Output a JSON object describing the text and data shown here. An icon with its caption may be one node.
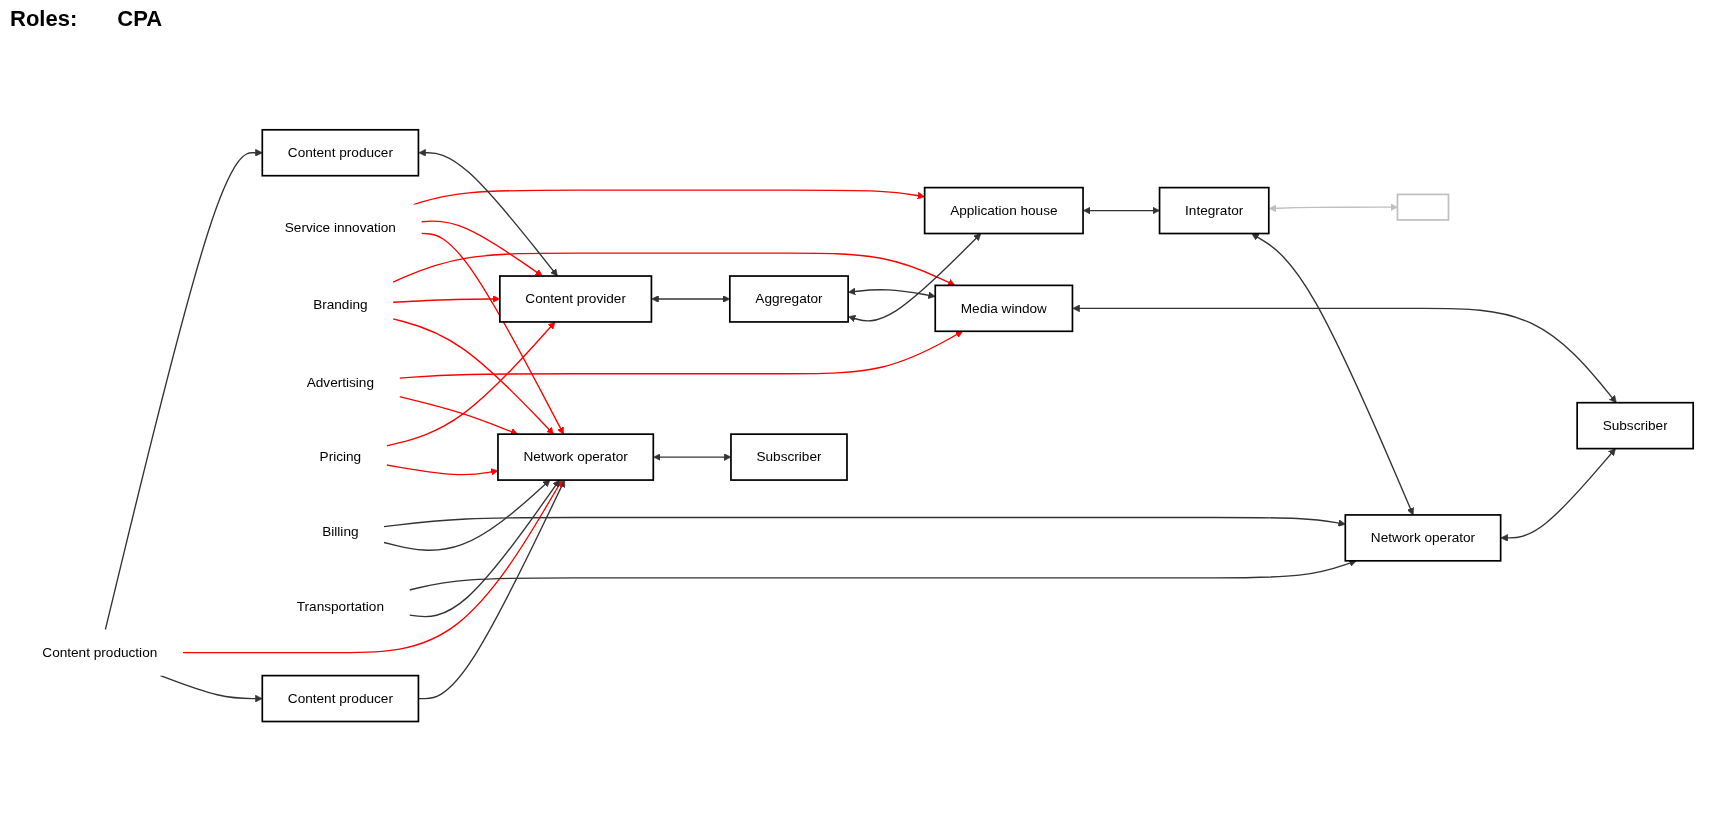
{
  "diagram": {
    "nodes": [
      {
        "text": [
          "Content producer"
        ]
      },
      {
        "text": [
          "Network operator"
        ]
      },
      {
        "text": [
          "Subscriber"
        ]
      },
      {
        "text": [
          "Content production"
        ]
      },
      {
        "text": [
          "Service innovation"
        ]
      },
      {
        "text": [
          "Branding"
        ]
      },
      {
        "text": [
          "Advertising"
        ]
      },
      {
        "text": [
          "Pricing"
        ]
      },
      {
        "text": [
          "Billing"
        ]
      },
      {
        "text": [
          "Transportation"
        ]
      },
      {
        "text": [
          "Content producer"
        ]
      },
      {
        "text": [
          "Content provider"
        ]
      },
      {
        "text": [
          "Aggregator"
        ]
      },
      {
        "text": [
          "Application house"
        ]
      },
      {
        "text": [
          "Integrator"
        ]
      },
      {
        "text": [
          "Media window"
        ]
      },
      {
        "text": [
          "Network operator"
        ]
      },
      {
        "text": [
          "Subscriber"
        ]
      },
      {
        "text": [],
        "shape": "box"
      }
    ],
    "edges": [
      {
        "from": 0,
        "to": 1,
        "arrow": "to"
      },
      {
        "from": 1,
        "to": 2,
        "arrow": "both"
      },
      {
        "from": 3,
        "to": 0,
        "arrow": "to"
      },
      {
        "from": 3,
        "to": 1,
        "arrow": "to",
        "color": "#ff0000"
      },
      {
        "from": 4,
        "to": 1,
        "arrow": "to",
        "color": "#ff0000"
      },
      {
        "from": 5,
        "to": 1,
        "arrow": "to",
        "color": "#ff0000"
      },
      {
        "from": 6,
        "to": 1,
        "arrow": "to",
        "color": "#ff0000"
      },
      {
        "from": 7,
        "to": 1,
        "arrow": "to",
        "color": "#ff0000"
      },
      {
        "from": 8,
        "to": 1,
        "arrow": "to"
      },
      {
        "from": 9,
        "to": 1,
        "arrow": "to"
      },
      {
        "from": 3,
        "to": 10,
        "arrow": "to"
      },
      {
        "from": 4,
        "to": 11,
        "arrow": "to",
        "color": "#ff0000"
      },
      {
        "from": 5,
        "to": 11,
        "arrow": "to",
        "color": "#ff0000"
      },
      {
        "from": 7,
        "to": 11,
        "arrow": "to",
        "color": "#ff0000"
      },
      {
        "from": 4,
        "to": 13,
        "arrow": "to",
        "color": "#ff0000"
      },
      {
        "from": 5,
        "to": 15,
        "arrow": "to",
        "color": "#ff0000"
      },
      {
        "from": 6,
        "to": 15,
        "arrow": "to",
        "color": "#ff0000"
      },
      {
        "from": 8,
        "to": 16,
        "arrow": "to"
      },
      {
        "from": 9,
        "to": 16,
        "arrow": "to"
      },
      {
        "from": 10,
        "to": 11,
        "arrow": "both"
      },
      {
        "from": 11,
        "to": 12,
        "arrow": "both"
      },
      {
        "from": 12,
        "to": 13,
        "arrow": "both"
      },
      {
        "from": 13,
        "to": 14,
        "arrow": "both"
      },
      {
        "from": 12,
        "to": 15,
        "arrow": "both"
      },
      {
        "from": 14,
        "to": 16,
        "arrow": "both"
      },
      {
        "from": 14,
        "to": 18,
        "arrow": "both",
        "color": "#bfbfbf"
      },
      {
        "from": 15,
        "to": 17,
        "arrow": "both"
      },
      {
        "from": 16,
        "to": 17,
        "arrow": "both"
      }
    ],
    "labels": [
      "Roles:",
      "CPA"
    ]
  }
}
